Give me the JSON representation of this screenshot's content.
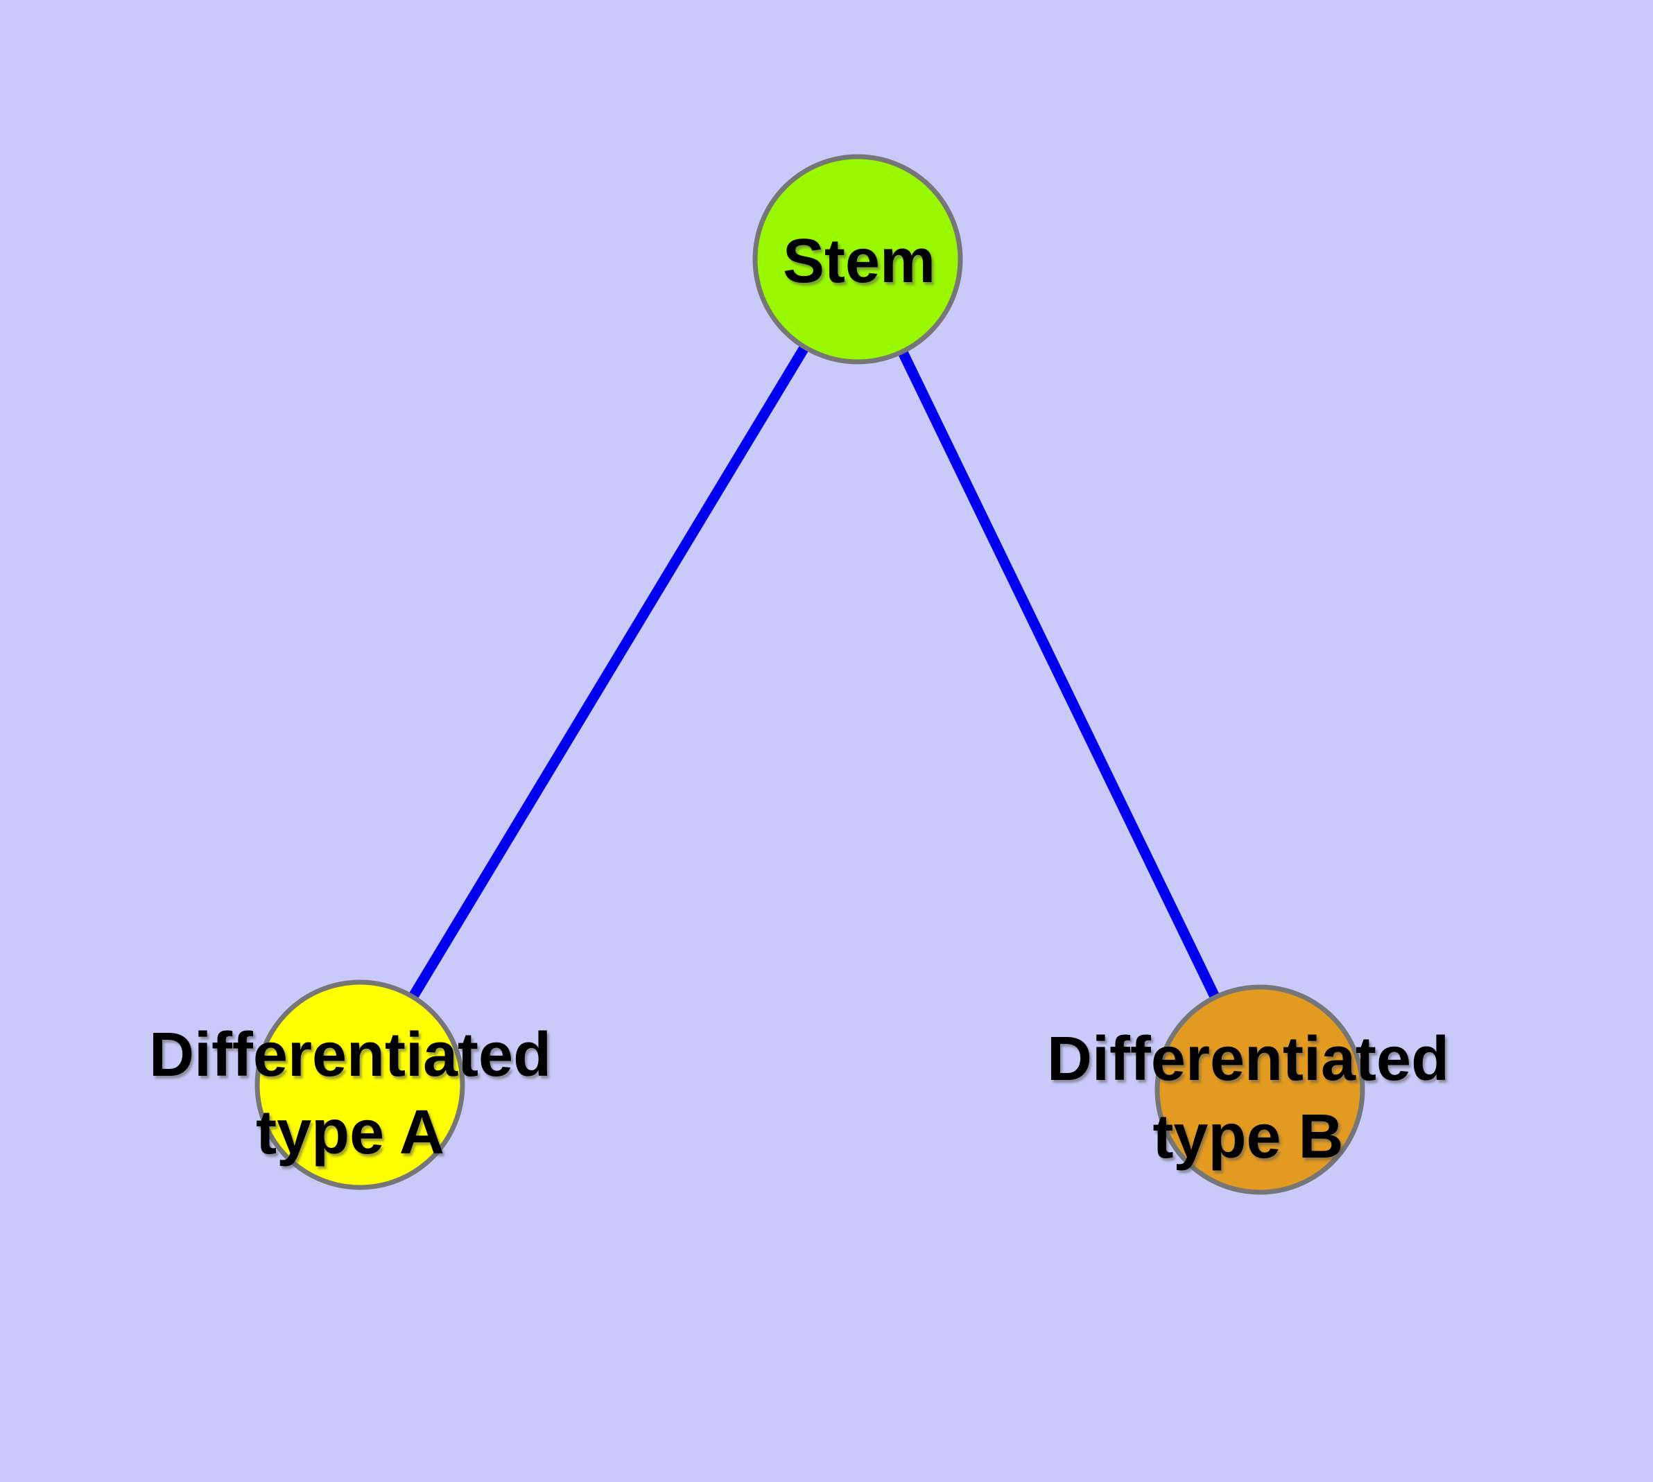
{
  "diagram": {
    "background_color": "#CACAFA",
    "edge_color": "#0000EE",
    "node_border_color": "#767676",
    "text_color": "#000000",
    "nodes": [
      {
        "id": "stem",
        "line1": "Stem",
        "line2": "",
        "fill": "#99F700"
      },
      {
        "id": "differentiated-type-a",
        "line1": "Differentiated",
        "line2": "type A",
        "fill": "#FFFF00"
      },
      {
        "id": "differentiated-type-b",
        "line1": "Differentiated",
        "line2": "type B",
        "fill": "#E29A20"
      }
    ],
    "edges": [
      {
        "from": "stem",
        "to": "differentiated-type-a"
      },
      {
        "from": "stem",
        "to": "differentiated-type-b"
      }
    ]
  }
}
